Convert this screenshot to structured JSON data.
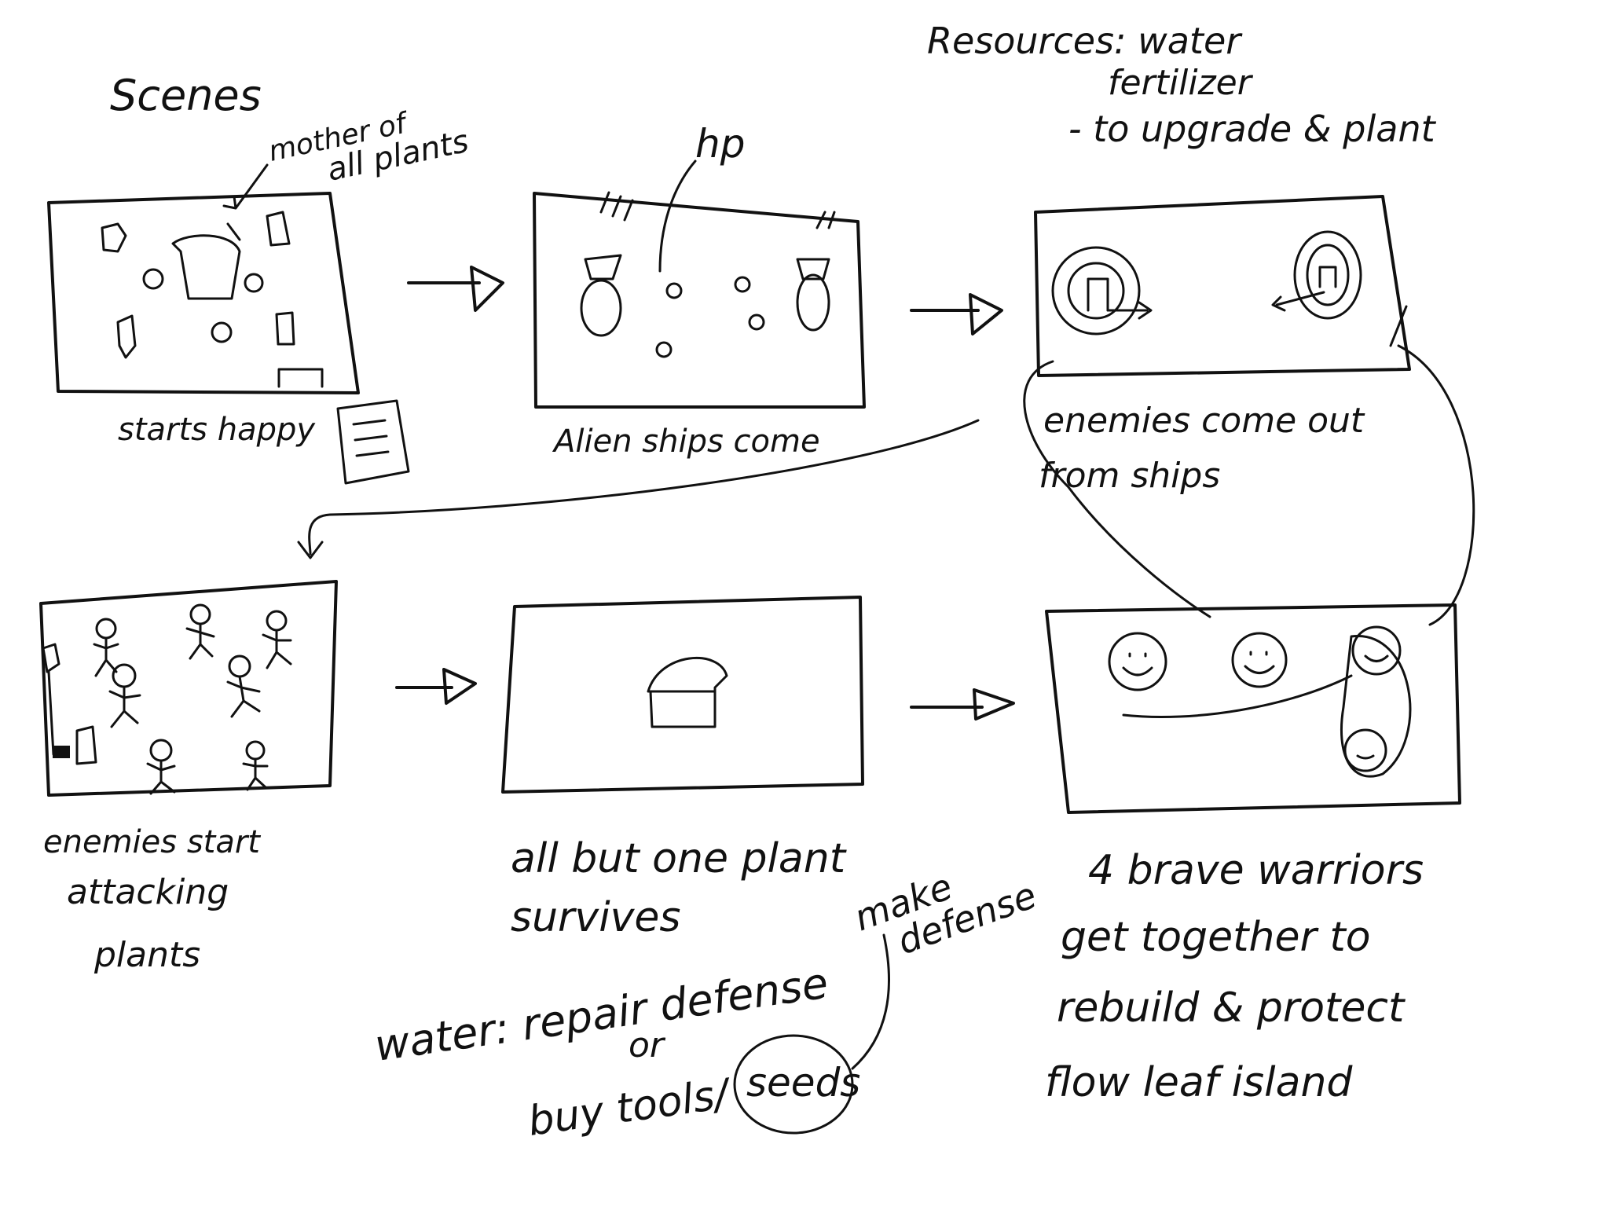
{
  "title": "Scenes",
  "resources": {
    "heading": "Resources: water",
    "line2": "fertilizer",
    "line3": "- to upgrade & plant"
  },
  "annotations": {
    "mother": "mother of",
    "mother2": "all plants",
    "hp": "hp",
    "make": "make",
    "defense": "defense"
  },
  "panels": [
    {
      "caption": [
        "starts happy"
      ]
    },
    {
      "caption": [
        "Alien ships come"
      ]
    },
    {
      "caption": [
        "enemies come out",
        "from ships"
      ]
    },
    {
      "caption": [
        "enemies start",
        "attacking",
        "plants"
      ]
    },
    {
      "caption": [
        "all but one plant",
        "survives"
      ]
    },
    {
      "caption": [
        "4 brave warriors",
        "get together to",
        "rebuild & protect",
        "flow leaf island"
      ]
    }
  ],
  "water_note": {
    "line1": "water: repair defense",
    "line2": "or",
    "line3": "buy tools/",
    "seeds": "seeds"
  }
}
